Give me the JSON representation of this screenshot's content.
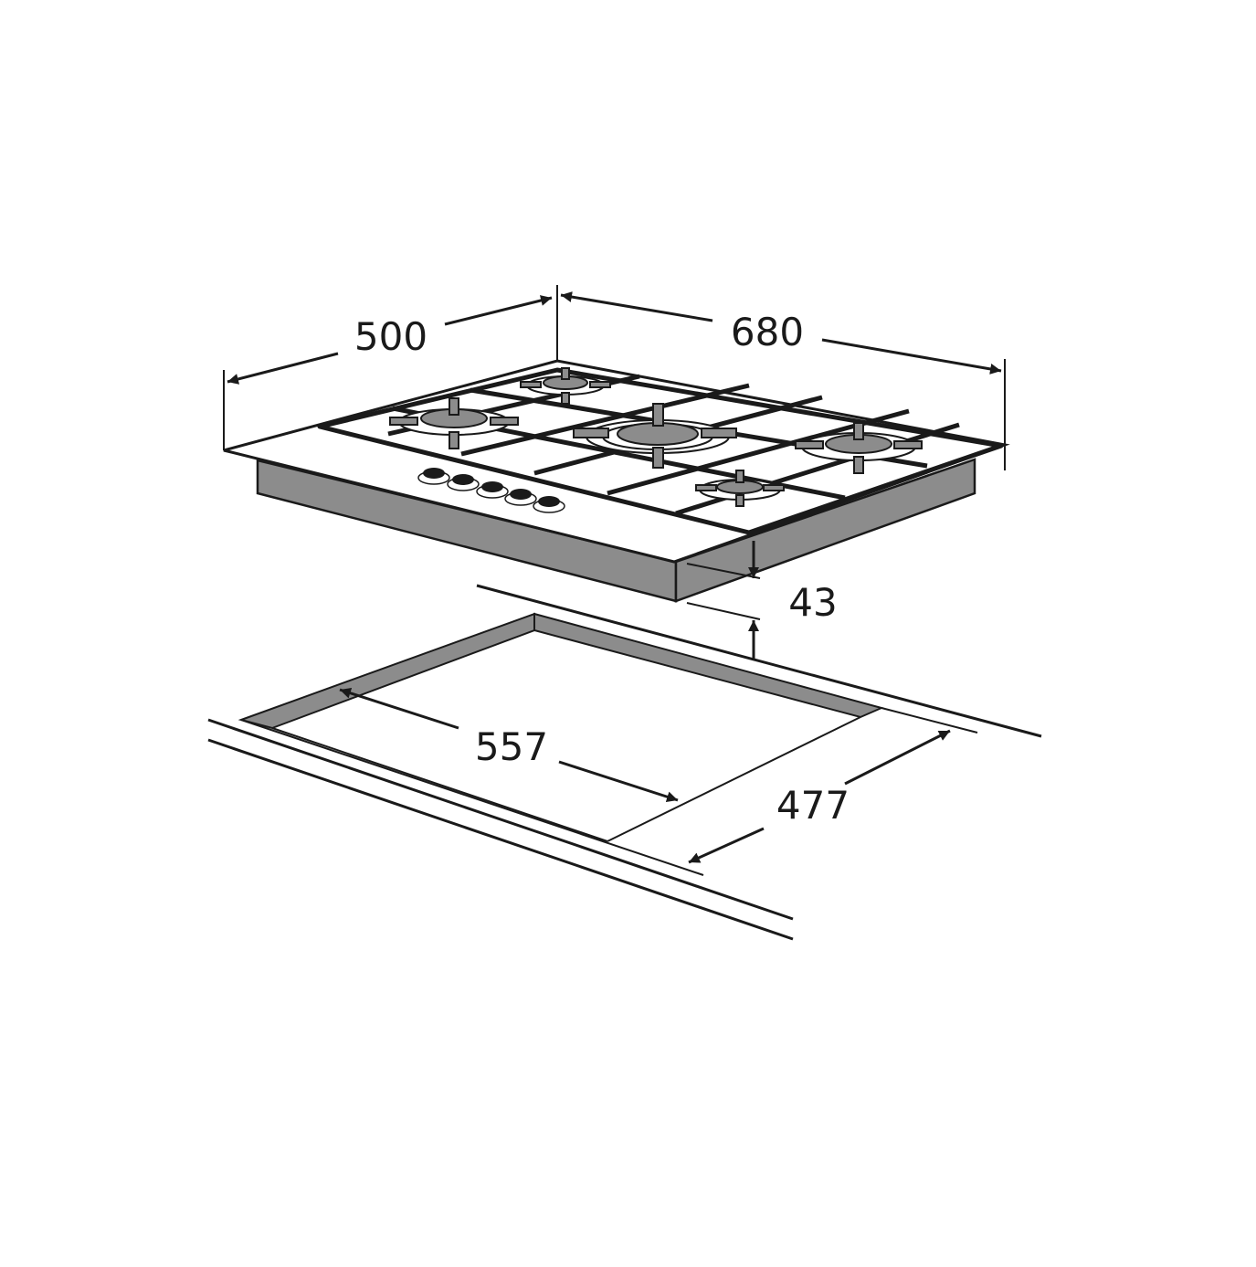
{
  "dimensions": {
    "depth": "500",
    "width": "680",
    "height": "43",
    "cutout_width": "557",
    "cutout_depth": "477"
  },
  "colors": {
    "line": "#1a1a1a",
    "side_panel": "#8c8c8c",
    "burner_cap": "#8c8c8c",
    "knob": "#1a1a1a",
    "background": "#ffffff"
  }
}
